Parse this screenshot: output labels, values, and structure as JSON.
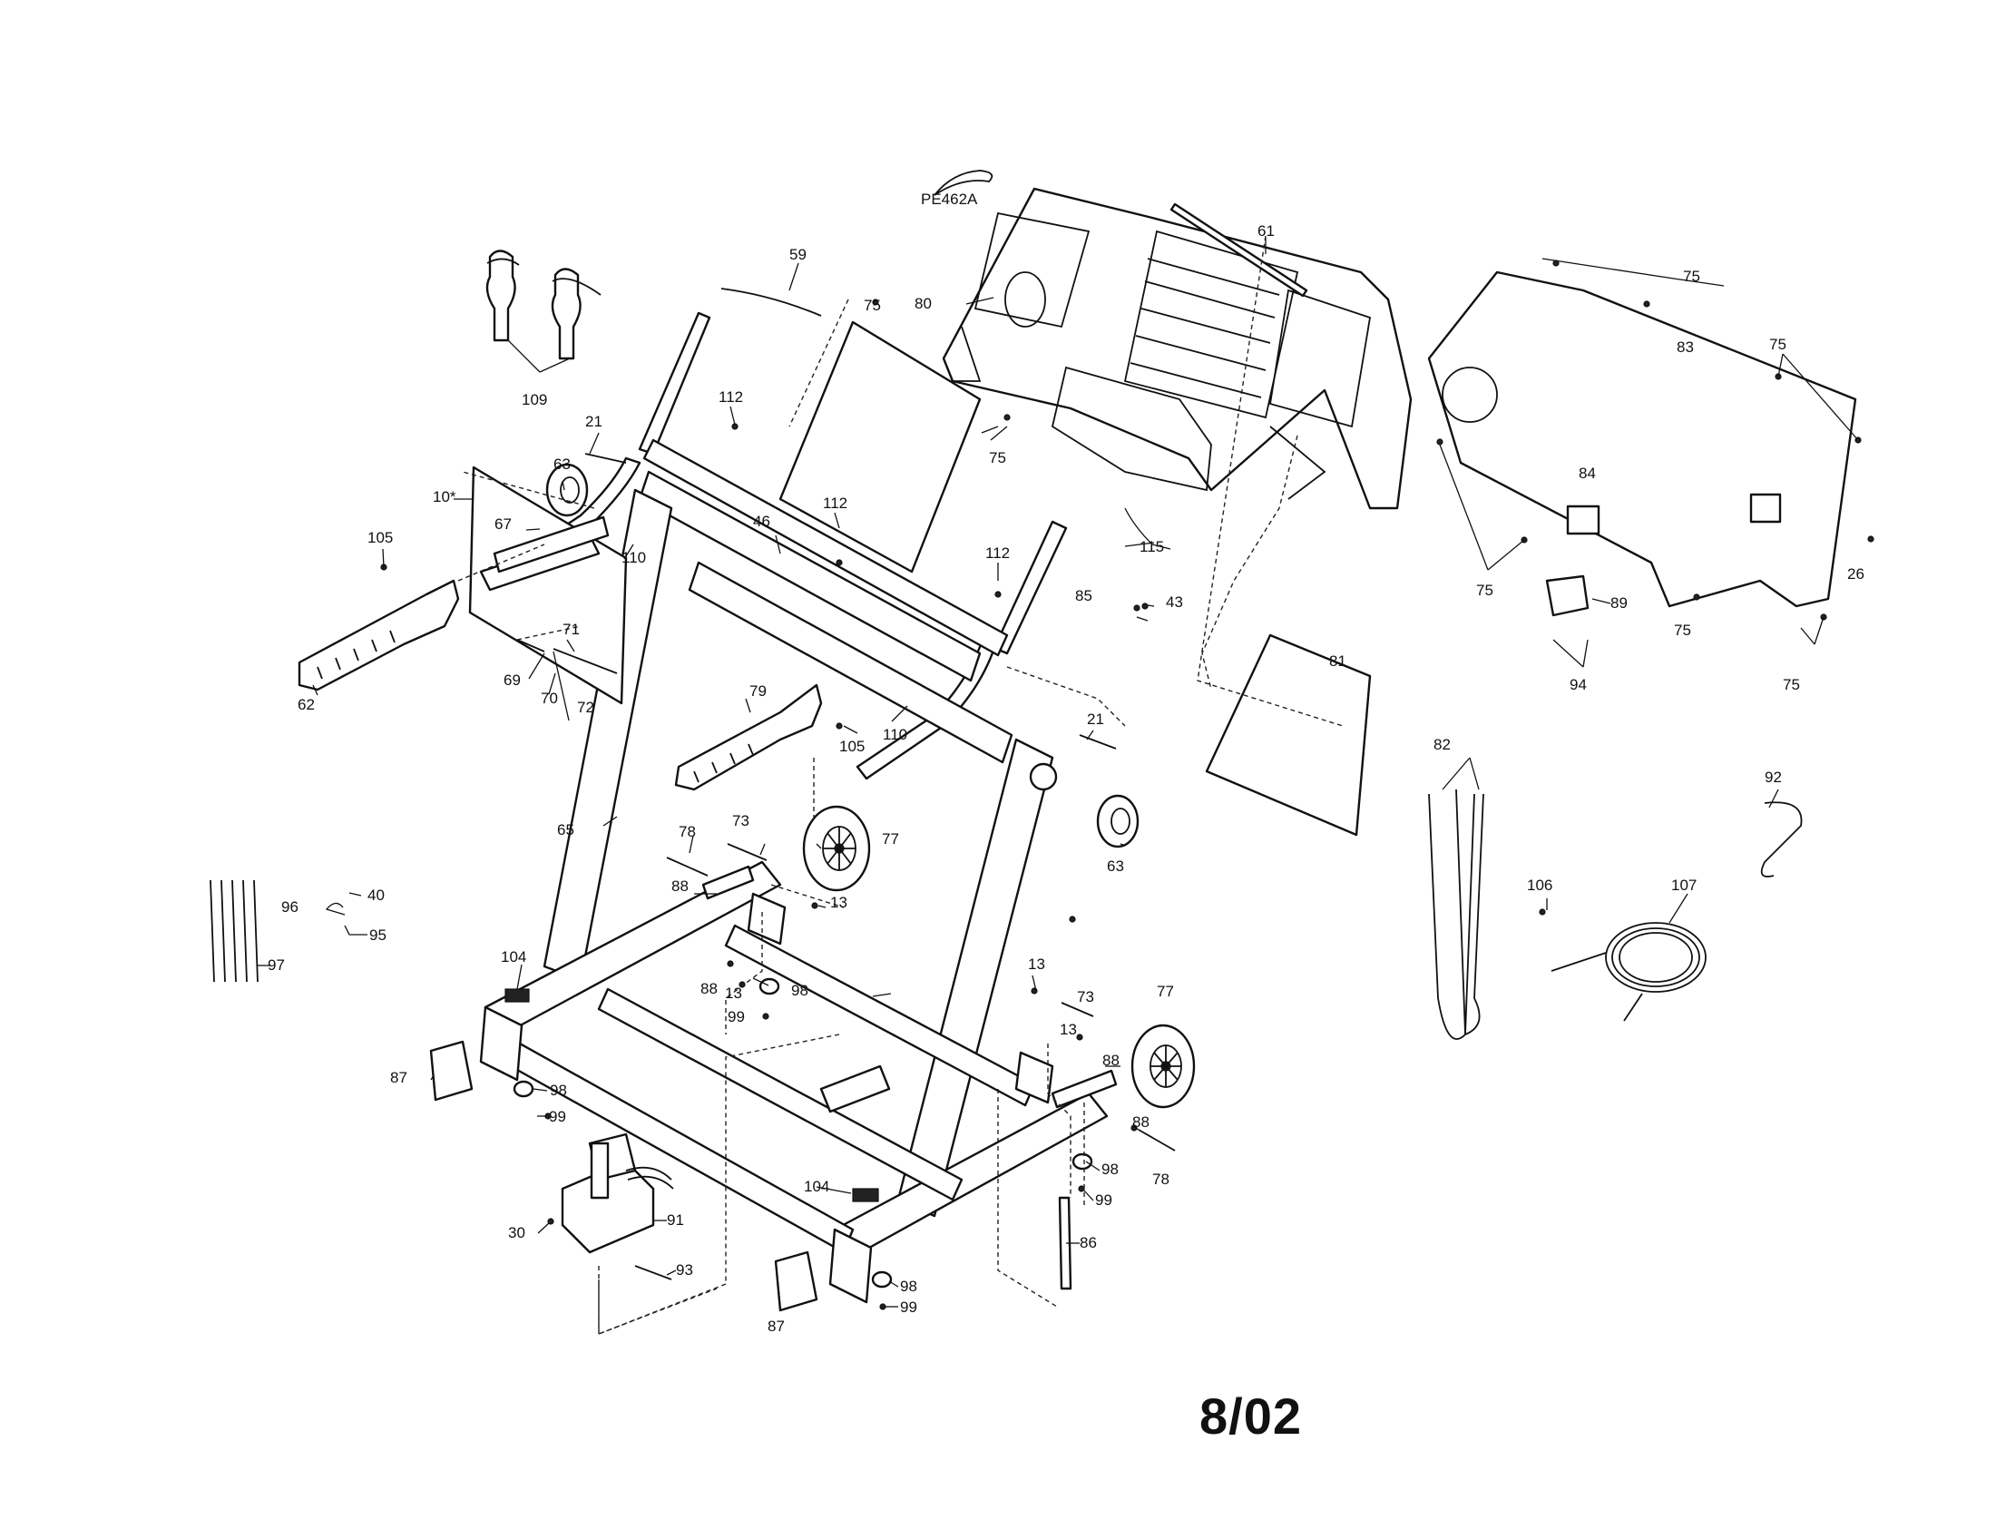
{
  "diagram": {
    "revision": "8/02",
    "model_code": "PE462A",
    "callouts": [
      {
        "id": "c59",
        "text": "59"
      },
      {
        "id": "c61",
        "text": "61"
      },
      {
        "id": "c75a",
        "text": "75"
      },
      {
        "id": "c80",
        "text": "80"
      },
      {
        "id": "c75b",
        "text": "75"
      },
      {
        "id": "c112a",
        "text": "112"
      },
      {
        "id": "c112b",
        "text": "112"
      },
      {
        "id": "c112c",
        "text": "112"
      },
      {
        "id": "c109",
        "text": "109"
      },
      {
        "id": "c21a",
        "text": "21"
      },
      {
        "id": "c63a",
        "text": "63"
      },
      {
        "id": "c10",
        "text": "10*"
      },
      {
        "id": "c67",
        "text": "67"
      },
      {
        "id": "c110a",
        "text": "110"
      },
      {
        "id": "c105a",
        "text": "105"
      },
      {
        "id": "c46",
        "text": "46"
      },
      {
        "id": "c115",
        "text": "115"
      },
      {
        "id": "c85",
        "text": "85"
      },
      {
        "id": "c43",
        "text": "43"
      },
      {
        "id": "c71",
        "text": "71"
      },
      {
        "id": "c69",
        "text": "69"
      },
      {
        "id": "c70",
        "text": "70"
      },
      {
        "id": "c72",
        "text": "72"
      },
      {
        "id": "c62",
        "text": "62"
      },
      {
        "id": "c79",
        "text": "79"
      },
      {
        "id": "c105b",
        "text": "105"
      },
      {
        "id": "c110b",
        "text": "110"
      },
      {
        "id": "c21b",
        "text": "21"
      },
      {
        "id": "c81",
        "text": "81"
      },
      {
        "id": "c63b",
        "text": "63"
      },
      {
        "id": "c77a",
        "text": "77"
      },
      {
        "id": "c78a",
        "text": "78"
      },
      {
        "id": "c73a",
        "text": "73"
      },
      {
        "id": "c65",
        "text": "65"
      },
      {
        "id": "c88a",
        "text": "88"
      },
      {
        "id": "c13a",
        "text": "13"
      },
      {
        "id": "c96",
        "text": "96"
      },
      {
        "id": "c40",
        "text": "40"
      },
      {
        "id": "c95",
        "text": "95"
      },
      {
        "id": "c97",
        "text": "97"
      },
      {
        "id": "c104a",
        "text": "104"
      },
      {
        "id": "c88b",
        "text": "88"
      },
      {
        "id": "c13b",
        "text": "13"
      },
      {
        "id": "c98a",
        "text": "98"
      },
      {
        "id": "c99a",
        "text": "99"
      },
      {
        "id": "c13c",
        "text": "13"
      },
      {
        "id": "c73b",
        "text": "73"
      },
      {
        "id": "c13d",
        "text": "13"
      },
      {
        "id": "c77b",
        "text": "77"
      },
      {
        "id": "c88c",
        "text": "88"
      },
      {
        "id": "c87a",
        "text": "87"
      },
      {
        "id": "c98b",
        "text": "98"
      },
      {
        "id": "c99b",
        "text": "99"
      },
      {
        "id": "c88d",
        "text": "88"
      },
      {
        "id": "c78b",
        "text": "78"
      },
      {
        "id": "c98c",
        "text": "98"
      },
      {
        "id": "c99c",
        "text": "99"
      },
      {
        "id": "c104b",
        "text": "104"
      },
      {
        "id": "c91",
        "text": "91"
      },
      {
        "id": "c30",
        "text": "30"
      },
      {
        "id": "c86",
        "text": "86"
      },
      {
        "id": "c93",
        "text": "93"
      },
      {
        "id": "c98d",
        "text": "98"
      },
      {
        "id": "c99d",
        "text": "99"
      },
      {
        "id": "c87b",
        "text": "87"
      },
      {
        "id": "c75c",
        "text": "75"
      },
      {
        "id": "c83",
        "text": "83"
      },
      {
        "id": "c75d",
        "text": "75"
      },
      {
        "id": "c84",
        "text": "84"
      },
      {
        "id": "c75e",
        "text": "75"
      },
      {
        "id": "c89",
        "text": "89"
      },
      {
        "id": "c26",
        "text": "26"
      },
      {
        "id": "c75f",
        "text": "75"
      },
      {
        "id": "c94",
        "text": "94"
      },
      {
        "id": "c75g",
        "text": "75"
      },
      {
        "id": "c82",
        "text": "82"
      },
      {
        "id": "c92",
        "text": "92"
      },
      {
        "id": "c106",
        "text": "106"
      },
      {
        "id": "c107",
        "text": "107"
      }
    ]
  }
}
